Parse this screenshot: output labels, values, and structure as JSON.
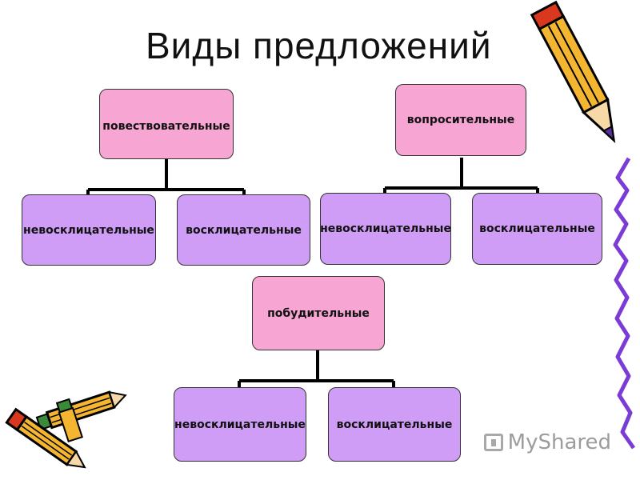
{
  "title": "Виды предложений",
  "groups": [
    {
      "label": "повествовательные",
      "children": [
        "невосклицательные",
        "восклицательные"
      ]
    },
    {
      "label": "вопросительные",
      "children": [
        "невосклицательные",
        "восклицательные"
      ]
    },
    {
      "label": "побудительные",
      "children": [
        "невосклицательные",
        "восклицательные"
      ]
    }
  ],
  "watermark": "MyShared",
  "colors": {
    "parent_box": "#f7a6d3",
    "child_box": "#cf9cf6",
    "connector": "#000000",
    "squiggle": "#7b3bd6"
  },
  "icons": [
    "pencil-icon",
    "pencil-icon",
    "pencil-icon",
    "myshared-logo-icon"
  ]
}
